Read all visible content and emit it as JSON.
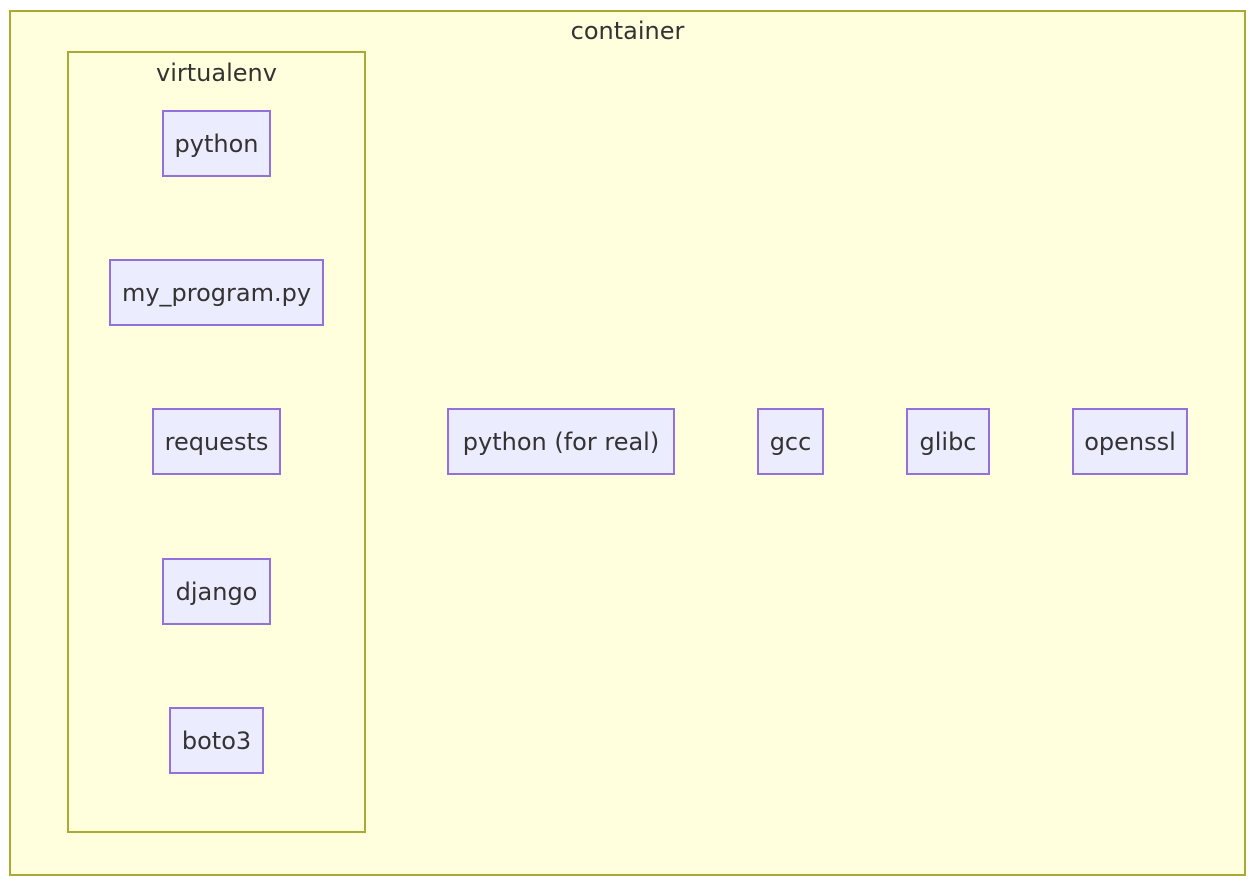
{
  "colors": {
    "cluster_fill": "#ffffde",
    "cluster_border": "#aaaa33",
    "node_fill": "#ececff",
    "node_border": "#9370db",
    "text": "#333333"
  },
  "container": {
    "title": "container",
    "virtualenv": {
      "title": "virtualenv",
      "nodes": [
        "python",
        "my_program.py",
        "requests",
        "django",
        "boto3"
      ]
    },
    "system_nodes": [
      "python (for real)",
      "gcc",
      "glibc",
      "openssl"
    ]
  }
}
